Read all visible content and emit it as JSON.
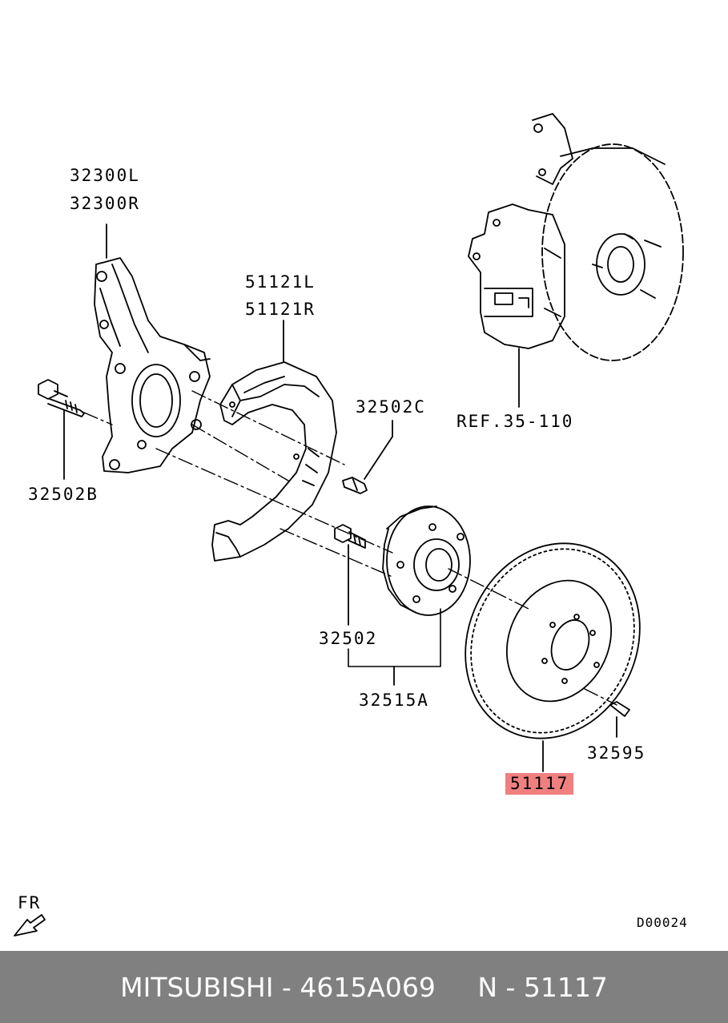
{
  "labels": {
    "knuckle_l": "32300L",
    "knuckle_r": "32300R",
    "dust_cover_l": "51121L",
    "dust_cover_r": "51121R",
    "bolt_c": "32502C",
    "ref": "REF.35-110",
    "bolt_b": "32502B",
    "hub_bolt": "32502",
    "hub_assy": "32515A",
    "disc_screw": "32595",
    "disc": "51117",
    "front": "FR",
    "diagram_id": "D00024"
  },
  "highlight_color": "#f08080",
  "footer": {
    "text": "MITSUBISHI - 4615A069     N - 51117"
  }
}
